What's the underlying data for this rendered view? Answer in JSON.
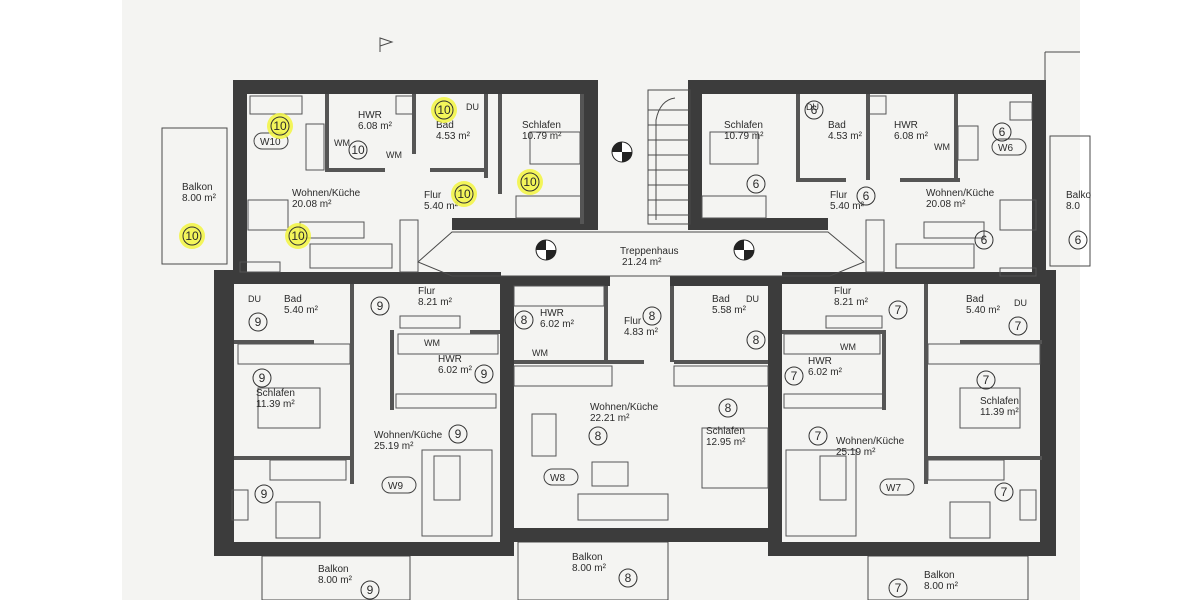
{
  "stair_label": "Treppenhaus",
  "stair_area": "21.24 m²",
  "rooms": [
    {
      "id": "w10-balkon",
      "name": "Balkon",
      "area": "8.00 m²"
    },
    {
      "id": "w10-hwr",
      "name": "HWR",
      "area": "6.08 m²"
    },
    {
      "id": "w10-bad",
      "name": "Bad",
      "area": "4.53 m²"
    },
    {
      "id": "w10-schlafen",
      "name": "Schlafen",
      "area": "10.79 m²"
    },
    {
      "id": "w10-wohnen",
      "name": "Wohnen/Küche",
      "area": "20.08 m²"
    },
    {
      "id": "w10-flur",
      "name": "Flur",
      "area": "5.40 m²"
    },
    {
      "id": "w6-schlafen",
      "name": "Schlafen",
      "area": "10.79 m²"
    },
    {
      "id": "w6-bad",
      "name": "Bad",
      "area": "4.53 m²"
    },
    {
      "id": "w6-hwr",
      "name": "HWR",
      "area": "6.08 m²"
    },
    {
      "id": "w6-flur",
      "name": "Flur",
      "area": "5.40 m²"
    },
    {
      "id": "w6-wohnen",
      "name": "Wohnen/Küche",
      "area": "20.08 m²"
    },
    {
      "id": "w6-balkon",
      "name": "Balko",
      "area": "8.0"
    },
    {
      "id": "w9-bad",
      "name": "Bad",
      "area": "5.40 m²"
    },
    {
      "id": "w9-flur",
      "name": "Flur",
      "area": "8.21 m²"
    },
    {
      "id": "w9-hwr",
      "name": "HWR",
      "area": "6.02 m²"
    },
    {
      "id": "w9-schlafen",
      "name": "Schlafen",
      "area": "11.39 m²"
    },
    {
      "id": "w9-wohnen",
      "name": "Wohnen/Küche",
      "area": "25.19 m²"
    },
    {
      "id": "w9-balkon",
      "name": "Balkon",
      "area": "8.00 m²"
    },
    {
      "id": "w8-hwr",
      "name": "HWR",
      "area": "6.02 m²"
    },
    {
      "id": "w8-flur",
      "name": "Flur",
      "area": "4.83 m²"
    },
    {
      "id": "w8-bad",
      "name": "Bad",
      "area": "5.58 m²"
    },
    {
      "id": "w8-wohnen",
      "name": "Wohnen/Küche",
      "area": "22.21 m²"
    },
    {
      "id": "w8-schlafen",
      "name": "Schlafen",
      "area": "12.95 m²"
    },
    {
      "id": "w8-balkon",
      "name": "Balkon",
      "area": "8.00 m²"
    },
    {
      "id": "w7-flur",
      "name": "Flur",
      "area": "8.21 m²"
    },
    {
      "id": "w7-bad",
      "name": "Bad",
      "area": "5.40 m²"
    },
    {
      "id": "w7-hwr",
      "name": "HWR",
      "area": "6.02 m²"
    },
    {
      "id": "w7-wohnen",
      "name": "Wohnen/Küche",
      "area": "25.19 m²"
    },
    {
      "id": "w7-schlafen",
      "name": "Schlafen",
      "area": "11.39 m²"
    },
    {
      "id": "w7-balkon",
      "name": "Balkon",
      "area": "8.00 m²"
    }
  ],
  "unit_tags": [
    {
      "id": "tag-w10",
      "text": "W10"
    },
    {
      "id": "tag-w6",
      "text": "W6"
    },
    {
      "id": "tag-w9",
      "text": "W9"
    },
    {
      "id": "tag-w8",
      "text": "W8"
    },
    {
      "id": "tag-w7",
      "text": "W7"
    }
  ],
  "small_labels": [
    {
      "id": "du-w10",
      "text": "DU"
    },
    {
      "id": "du-w6",
      "text": "DU"
    },
    {
      "id": "du-w9",
      "text": "DU"
    },
    {
      "id": "du-w8",
      "text": "DU"
    },
    {
      "id": "du-w7",
      "text": "DU"
    },
    {
      "id": "wm-w10a",
      "text": "WM"
    },
    {
      "id": "wm-w10b",
      "text": "WM"
    },
    {
      "id": "wm-w6a",
      "text": "WM"
    },
    {
      "id": "wm-w9",
      "text": "WM"
    },
    {
      "id": "wm-w8",
      "text": "WM"
    },
    {
      "id": "wm-w7",
      "text": "WM"
    }
  ],
  "markers": [
    {
      "id": "m10-kitchen",
      "text": "10",
      "highlight": true
    },
    {
      "id": "m10-hwr",
      "text": "10",
      "highlight": false
    },
    {
      "id": "m10-bad",
      "text": "10",
      "highlight": true
    },
    {
      "id": "m10-flur",
      "text": "10",
      "highlight": true
    },
    {
      "id": "m10-schlafen",
      "text": "10",
      "highlight": true
    },
    {
      "id": "m10-balkon",
      "text": "10",
      "highlight": true
    },
    {
      "id": "m10-wohnen",
      "text": "10",
      "highlight": true
    },
    {
      "id": "m6-bad",
      "text": "6",
      "highlight": false
    },
    {
      "id": "m6-kitchen",
      "text": "6",
      "highlight": false
    },
    {
      "id": "m6-schlafen",
      "text": "6",
      "highlight": false
    },
    {
      "id": "m6-flur",
      "text": "6",
      "highlight": false
    },
    {
      "id": "m6-wohnen",
      "text": "6",
      "highlight": false
    },
    {
      "id": "m9-bad",
      "text": "9",
      "highlight": false
    },
    {
      "id": "m9-flur",
      "text": "9",
      "highlight": false
    },
    {
      "id": "m9-hwr",
      "text": "9",
      "highlight": false
    },
    {
      "id": "m9-schlafen",
      "text": "9",
      "highlight": false
    },
    {
      "id": "m9-wohnen",
      "text": "9",
      "highlight": false
    },
    {
      "id": "m9-kitchen",
      "text": "9",
      "highlight": false
    },
    {
      "id": "m9-balkon",
      "text": "9",
      "highlight": false
    },
    {
      "id": "m8-hwr",
      "text": "8",
      "highlight": false
    },
    {
      "id": "m8-flur",
      "text": "8",
      "highlight": false
    },
    {
      "id": "m8-bad",
      "text": "8",
      "highlight": false
    },
    {
      "id": "m8-wohnen",
      "text": "8",
      "highlight": false
    },
    {
      "id": "m8-schlafen",
      "text": "8",
      "highlight": false
    },
    {
      "id": "m8-balkon",
      "text": "8",
      "highlight": false
    },
    {
      "id": "m7-flur",
      "text": "7",
      "highlight": false
    },
    {
      "id": "m7-bad",
      "text": "7",
      "highlight": false
    },
    {
      "id": "m7-hwr",
      "text": "7",
      "highlight": false
    },
    {
      "id": "m7-schlafen",
      "text": "7",
      "highlight": false
    },
    {
      "id": "m7-wohnen",
      "text": "7",
      "highlight": false
    },
    {
      "id": "m7-kitchen",
      "text": "7",
      "highlight": false
    },
    {
      "id": "m7-balkon",
      "text": "7",
      "highlight": false
    },
    {
      "id": "m6-balkon",
      "text": "6",
      "highlight": false
    }
  ],
  "colors": {
    "wall": "#3c3c3c",
    "paper": "#f4f4f2",
    "highlight": "#f2f53f",
    "ink": "#2b2b2b"
  }
}
